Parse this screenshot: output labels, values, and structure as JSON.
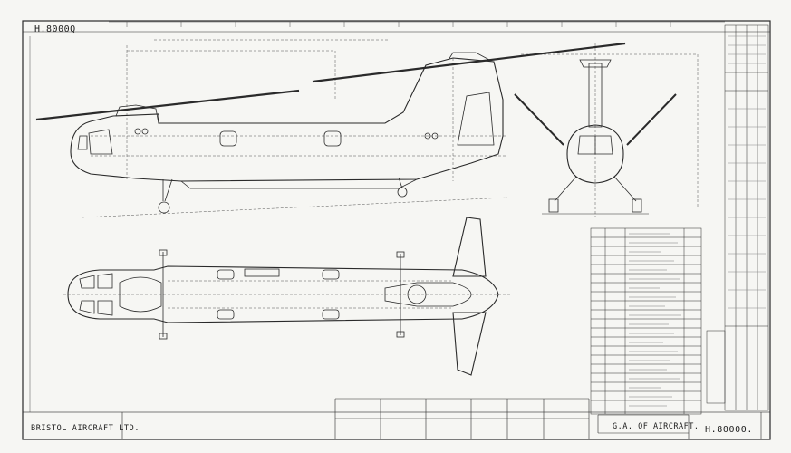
{
  "drawing": {
    "number_top": "H.8000Q",
    "number_main": "H.80000.",
    "title": "G.A. OF AIRCRAFT.",
    "firm": "BRISTOL AIRCRAFT LTD."
  },
  "views": {
    "side_elevation": "side-elevation",
    "front_elevation": "front-elevation",
    "plan_view": "plan-view"
  }
}
